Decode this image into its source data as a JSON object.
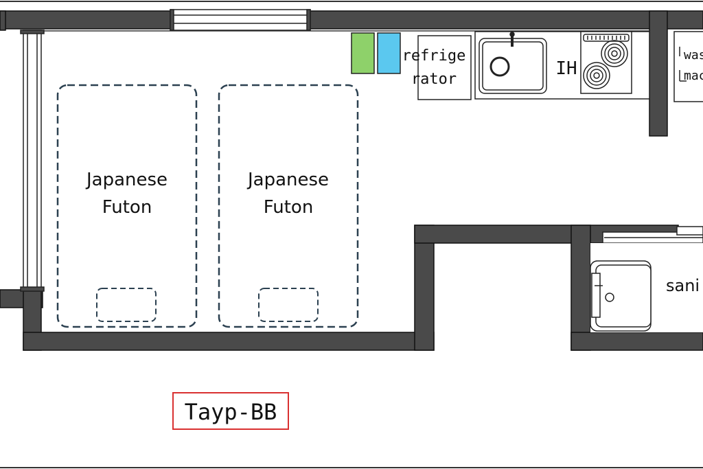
{
  "futons": [
    {
      "line1": "Japanese",
      "line2": "Futon"
    },
    {
      "line1": "Japanese",
      "line2": "Futon"
    }
  ],
  "appliances": {
    "refrigerator_line1": "refrige",
    "refrigerator_line2": "rator",
    "ih_label": "IH",
    "washer_line1": "was",
    "washer_line2": "mac",
    "sanitary_label": "sani"
  },
  "room_type": {
    "label": "Tayp-BB",
    "border_color": "#d93030"
  },
  "colors": {
    "wall": "#4a4a4a",
    "futon_outline": "#2b4050",
    "bin_green": "#8ed16a",
    "bin_blue": "#5bc8ef"
  }
}
